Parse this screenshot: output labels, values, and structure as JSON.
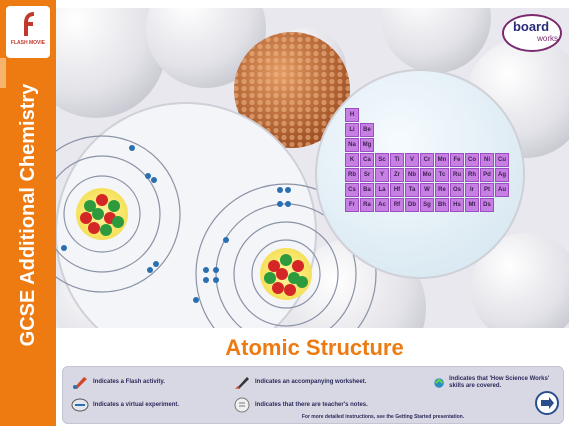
{
  "sidebar": {
    "title": "GCSE Additional Chemistry",
    "flash_caption": "FLASH MOVIE"
  },
  "logo": {
    "line1": "board",
    "line2": "works"
  },
  "heading": {
    "title": "Atomic Structure"
  },
  "periodic_table": {
    "rows": [
      [
        "H"
      ],
      [
        "Li",
        "Be"
      ],
      [
        "Na",
        "Mg"
      ],
      [
        "K",
        "Ca",
        "Sc",
        "Ti",
        "V",
        "Cr",
        "Mn",
        "Fe",
        "Co",
        "Ni",
        "Cu"
      ],
      [
        "Rb",
        "Sr",
        "Y",
        "Zr",
        "Nb",
        "Mo",
        "Tc",
        "Ru",
        "Rh",
        "Pd",
        "Ag"
      ],
      [
        "Cs",
        "Ba",
        "La",
        "Hf",
        "Ta",
        "W",
        "Re",
        "Os",
        "Ir",
        "Pt",
        "Au"
      ],
      [
        "Fr",
        "Ra",
        "Ac",
        "Rf",
        "Db",
        "Sg",
        "Bh",
        "Hs",
        "Mt",
        "Ds"
      ]
    ]
  },
  "key": {
    "flash": "Indicates a Flash activity.",
    "worksheet": "Indicates an accompanying worksheet.",
    "how_science_works": "Indicates that 'How Science Works' skills are covered.",
    "virtual_experiment": "Indicates a virtual experiment.",
    "teachers_notes": "Indicates that there are teacher's notes.",
    "footnote": "For more detailed instructions, see the Getting Started presentation."
  },
  "colors": {
    "accent": "#ee7a12",
    "table_cell": "#c77fe3",
    "key_bar": "#d8d8e4"
  }
}
